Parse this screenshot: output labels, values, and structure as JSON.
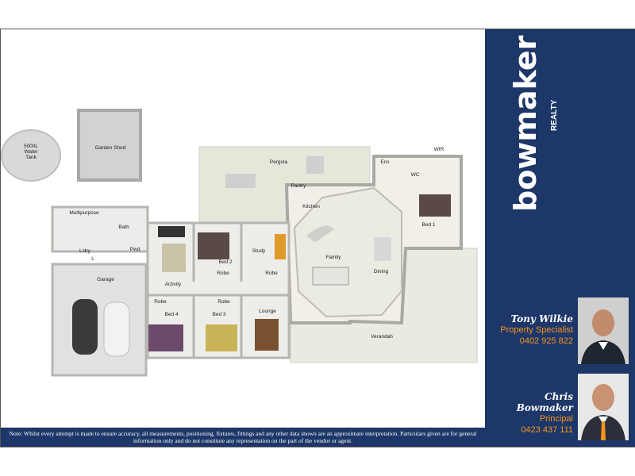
{
  "brand": {
    "name": "bowmaker",
    "sub": "REALTY"
  },
  "agents": [
    {
      "name": "Tony Wilkie",
      "role": "Property Specialist",
      "phone": "0402 925 822"
    },
    {
      "name": "Chris Bowmaker",
      "role": "Principal",
      "phone": "0423 437 111"
    }
  ],
  "disclaimer": "Note: Whilst every attempt is made to ensure accuracy, all measurements, positioning, fixtures, fittings and any other data shown are an approximate interpretation.  Particulars given are for general information only and do not constitute any representation on the part of the vendor or agent.",
  "rooms": {
    "tank_a": "5000L",
    "tank_b": "Water",
    "tank_c": "Tank",
    "shed": "Garden Shed",
    "pergola": "Pergola",
    "ens": "Ens",
    "wir": "WIR",
    "wc": "WC",
    "bed1": "Bed 1",
    "pantry": "Pantry",
    "kitchen": "Kitchen",
    "multipurpose": "Multipurpose",
    "bath": "Bath",
    "ldry": "L'dry",
    "l": "L",
    "pwd": "Pwd",
    "bed2": "Bed 2",
    "study": "Study",
    "family": "Family",
    "dining": "Dining",
    "garage": "Garage",
    "activity": "Activity",
    "robe1": "Robe",
    "robe2": "Robe",
    "robe3": "Robe",
    "robe4": "Robe",
    "bed4": "Bed 4",
    "bed3": "Bed 3",
    "lounge": "Lounge",
    "verandah": "Verandah"
  },
  "colors": {
    "brand_navy": "#1d3769",
    "accent_orange": "#f7941d"
  }
}
